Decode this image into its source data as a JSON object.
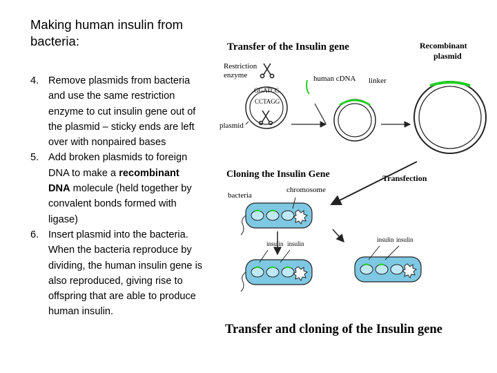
{
  "slide": {
    "title": "Making human insulin from bacteria:",
    "steps": [
      {
        "number": "4.",
        "text": "Remove plasmids from bacteria and use the same restriction enzyme to cut insulin gene out of the plasmid – sticky ends are left over with nonpaired bases"
      },
      {
        "number": "5.",
        "text_before": "Add broken plasmids to foreign DNA to make a ",
        "bold": "recombinant DNA",
        "text_after": " molecule (held together by convalent bonds formed with ligase)"
      },
      {
        "number": "6.",
        "text": "Insert plasmid into the bacteria. When the bacteria reproduce by dividing, the human insulin gene is also reproduced, giving rise to offspring that are able to produce human insulin."
      }
    ]
  },
  "figure": {
    "transfer_heading": "Transfer of the Insulin gene",
    "restriction_enzyme_line1": "Restriction",
    "restriction_enzyme_line2": "enzyme",
    "sequence_top": "GGATCC",
    "sequence_bottom": "CCTAGG",
    "plasmid_label": "plasmid",
    "cdna_label": "human cDNA",
    "linker_label": "linker",
    "recombinant_line1": "Recombinant",
    "recombinant_line2": "plasmid",
    "cloning_heading": "Cloning the Insulin Gene",
    "bacteria_label": "bacteria",
    "chromosome_label": "chromosome",
    "transfection_label": "Transfection",
    "insulin_label": "insulin",
    "caption": "Transfer and cloning of the Insulin gene",
    "colors": {
      "gene_green": "#22cc22",
      "cell_blue": "#7ec8e3",
      "plasmid_cyan": "#bfe9f7",
      "ink": "#222222"
    }
  }
}
